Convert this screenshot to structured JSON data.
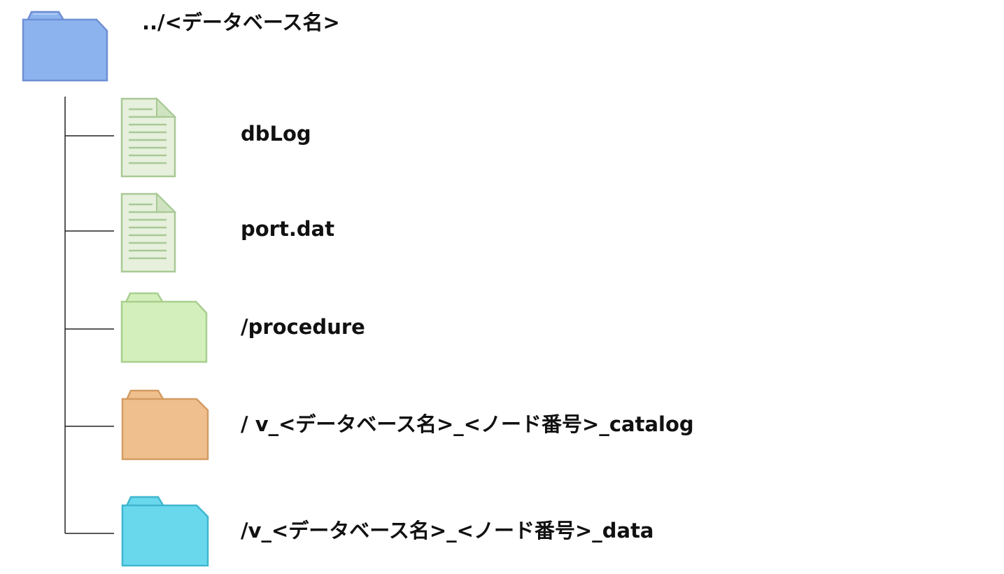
{
  "root": {
    "label": "../<データベース名>",
    "icon": "folder-icon",
    "color": "#8cb3ee",
    "stroke": "#6f8fd4"
  },
  "children": [
    {
      "label": "dbLog",
      "icon": "document-icon",
      "color": "#e6f0dc",
      "stroke": "#a9c996"
    },
    {
      "label": "port.dat",
      "icon": "document-icon",
      "color": "#e6f0dc",
      "stroke": "#a9c996"
    },
    {
      "label": "/procedure",
      "icon": "folder-icon",
      "color": "#d3efbb",
      "stroke": "#a8cf8e"
    },
    {
      "label": "/ v_<データベース名>_<ノード番号>_catalog",
      "icon": "folder-icon",
      "color": "#efbf8e",
      "stroke": "#d39b62"
    },
    {
      "label": "/v_<データベース名>_<ノード番号>_data",
      "icon": "folder-icon",
      "color": "#6ad8ec",
      "stroke": "#3eb6cf"
    }
  ]
}
